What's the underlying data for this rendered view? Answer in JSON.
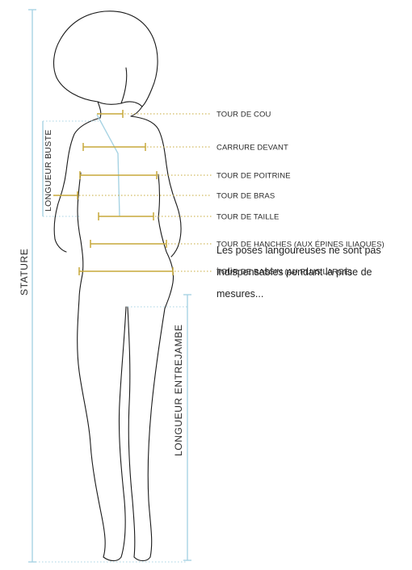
{
  "measurements": {
    "tour_de_cou": "TOUR DE COU",
    "carrure_devant": "CARRURE DEVANT",
    "tour_de_poitrine": "TOUR DE POITRINE",
    "tour_de_bras": "TOUR DE BRAS",
    "tour_de_taille": "TOUR DE TAILLE",
    "tour_de_hanches": "TOUR DE HANCHES (AUX ÉPINES ILIAQUES)",
    "tour_de_bassin": "TOUR DE BASSIN (AU PLUS LARGE)"
  },
  "vertical_labels": {
    "stature": "STATURE",
    "longueur_buste": "LONGUEUR BUSTE",
    "longueur_entrejambe": "LONGUEUR ENTREJAMBE"
  },
  "note": {
    "line1": "Les poses langoureuses ne sont pas",
    "line2": "indispensables pendant la prise de",
    "line3": "mesures..."
  },
  "colors": {
    "gold": "#c7a93a",
    "blue": "#a7d3e3",
    "outline": "#1a1a1a",
    "text": "#2b2b2b"
  }
}
